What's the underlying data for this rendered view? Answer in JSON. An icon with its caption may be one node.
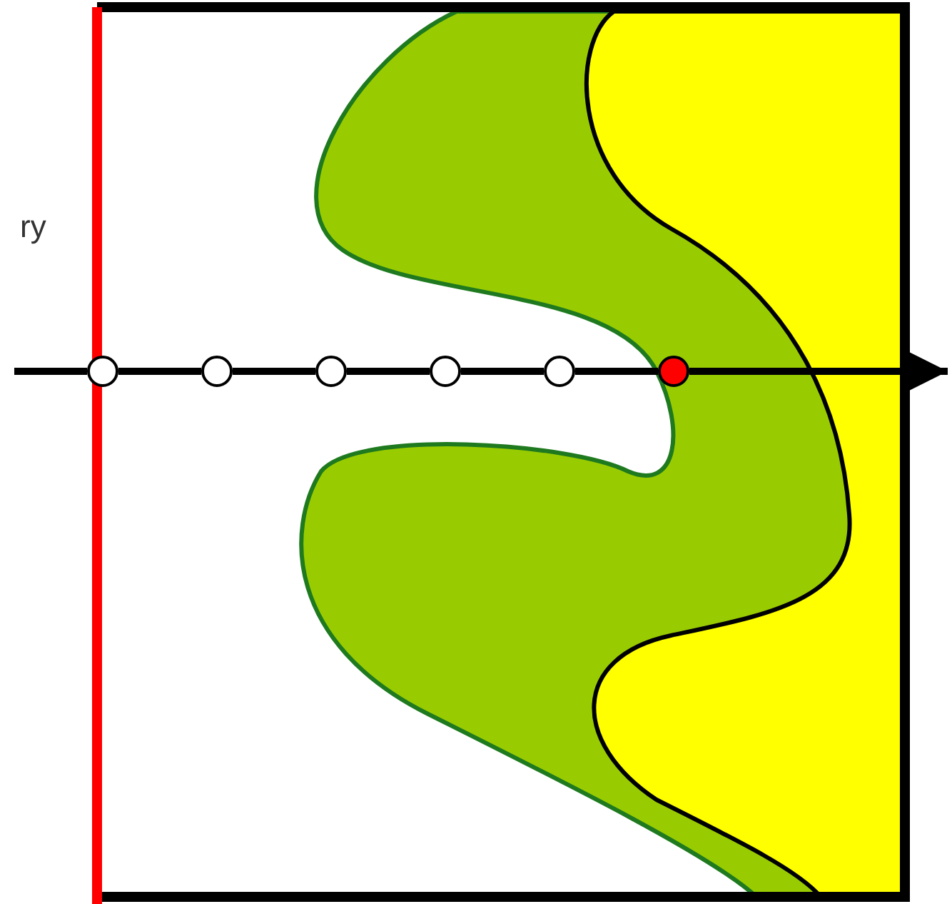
{
  "diagram": {
    "nodes": [
      {
        "text": [],
        "shape": "circle"
      },
      {
        "text": [],
        "shape": "circle"
      },
      {
        "text": [],
        "shape": "circle"
      },
      {
        "text": [],
        "shape": "circle"
      },
      {
        "text": [],
        "shape": "circle"
      },
      {
        "text": [],
        "shape": "circle"
      }
    ],
    "edges": [
      {
        "from": null,
        "to": 0,
        "arrow": "none"
      },
      {
        "from": 0,
        "to": 1,
        "arrow": "none"
      },
      {
        "from": 1,
        "to": 2,
        "arrow": "none"
      },
      {
        "from": 2,
        "to": 3,
        "arrow": "none"
      },
      {
        "from": 3,
        "to": 4,
        "arrow": "none"
      },
      {
        "from": 4,
        "to": 5,
        "arrow": "none"
      },
      {
        "from": 5,
        "to": null,
        "arrow": "to"
      }
    ],
    "labels": [
      "ry"
    ]
  }
}
